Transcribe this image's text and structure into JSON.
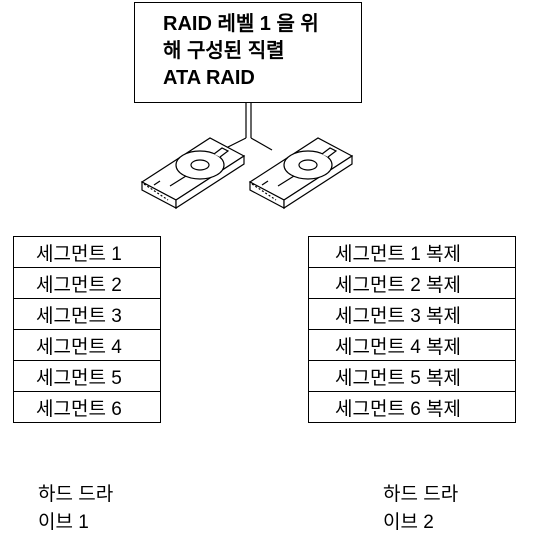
{
  "raid_box": {
    "lines": [
      "RAID 레벨 1 을 위",
      "해 구성된 직렬",
      "ATA RAID"
    ]
  },
  "drive_1": {
    "segments": [
      "세그먼트 1",
      "세그먼트 2",
      "세그먼트 3",
      "세그먼트 4",
      "세그먼트 5",
      "세그먼트 6"
    ],
    "label_lines": [
      "하드 드라",
      "이브 1"
    ]
  },
  "drive_2": {
    "segments": [
      "세그먼트 1 복제",
      "세그먼트 2 복제",
      "세그먼트 3 복제",
      "세그먼트 4 복제",
      "세그먼트 5 복제",
      "세그먼트 6 복제"
    ],
    "label_lines": [
      "하드 드라",
      "이브 2"
    ]
  }
}
